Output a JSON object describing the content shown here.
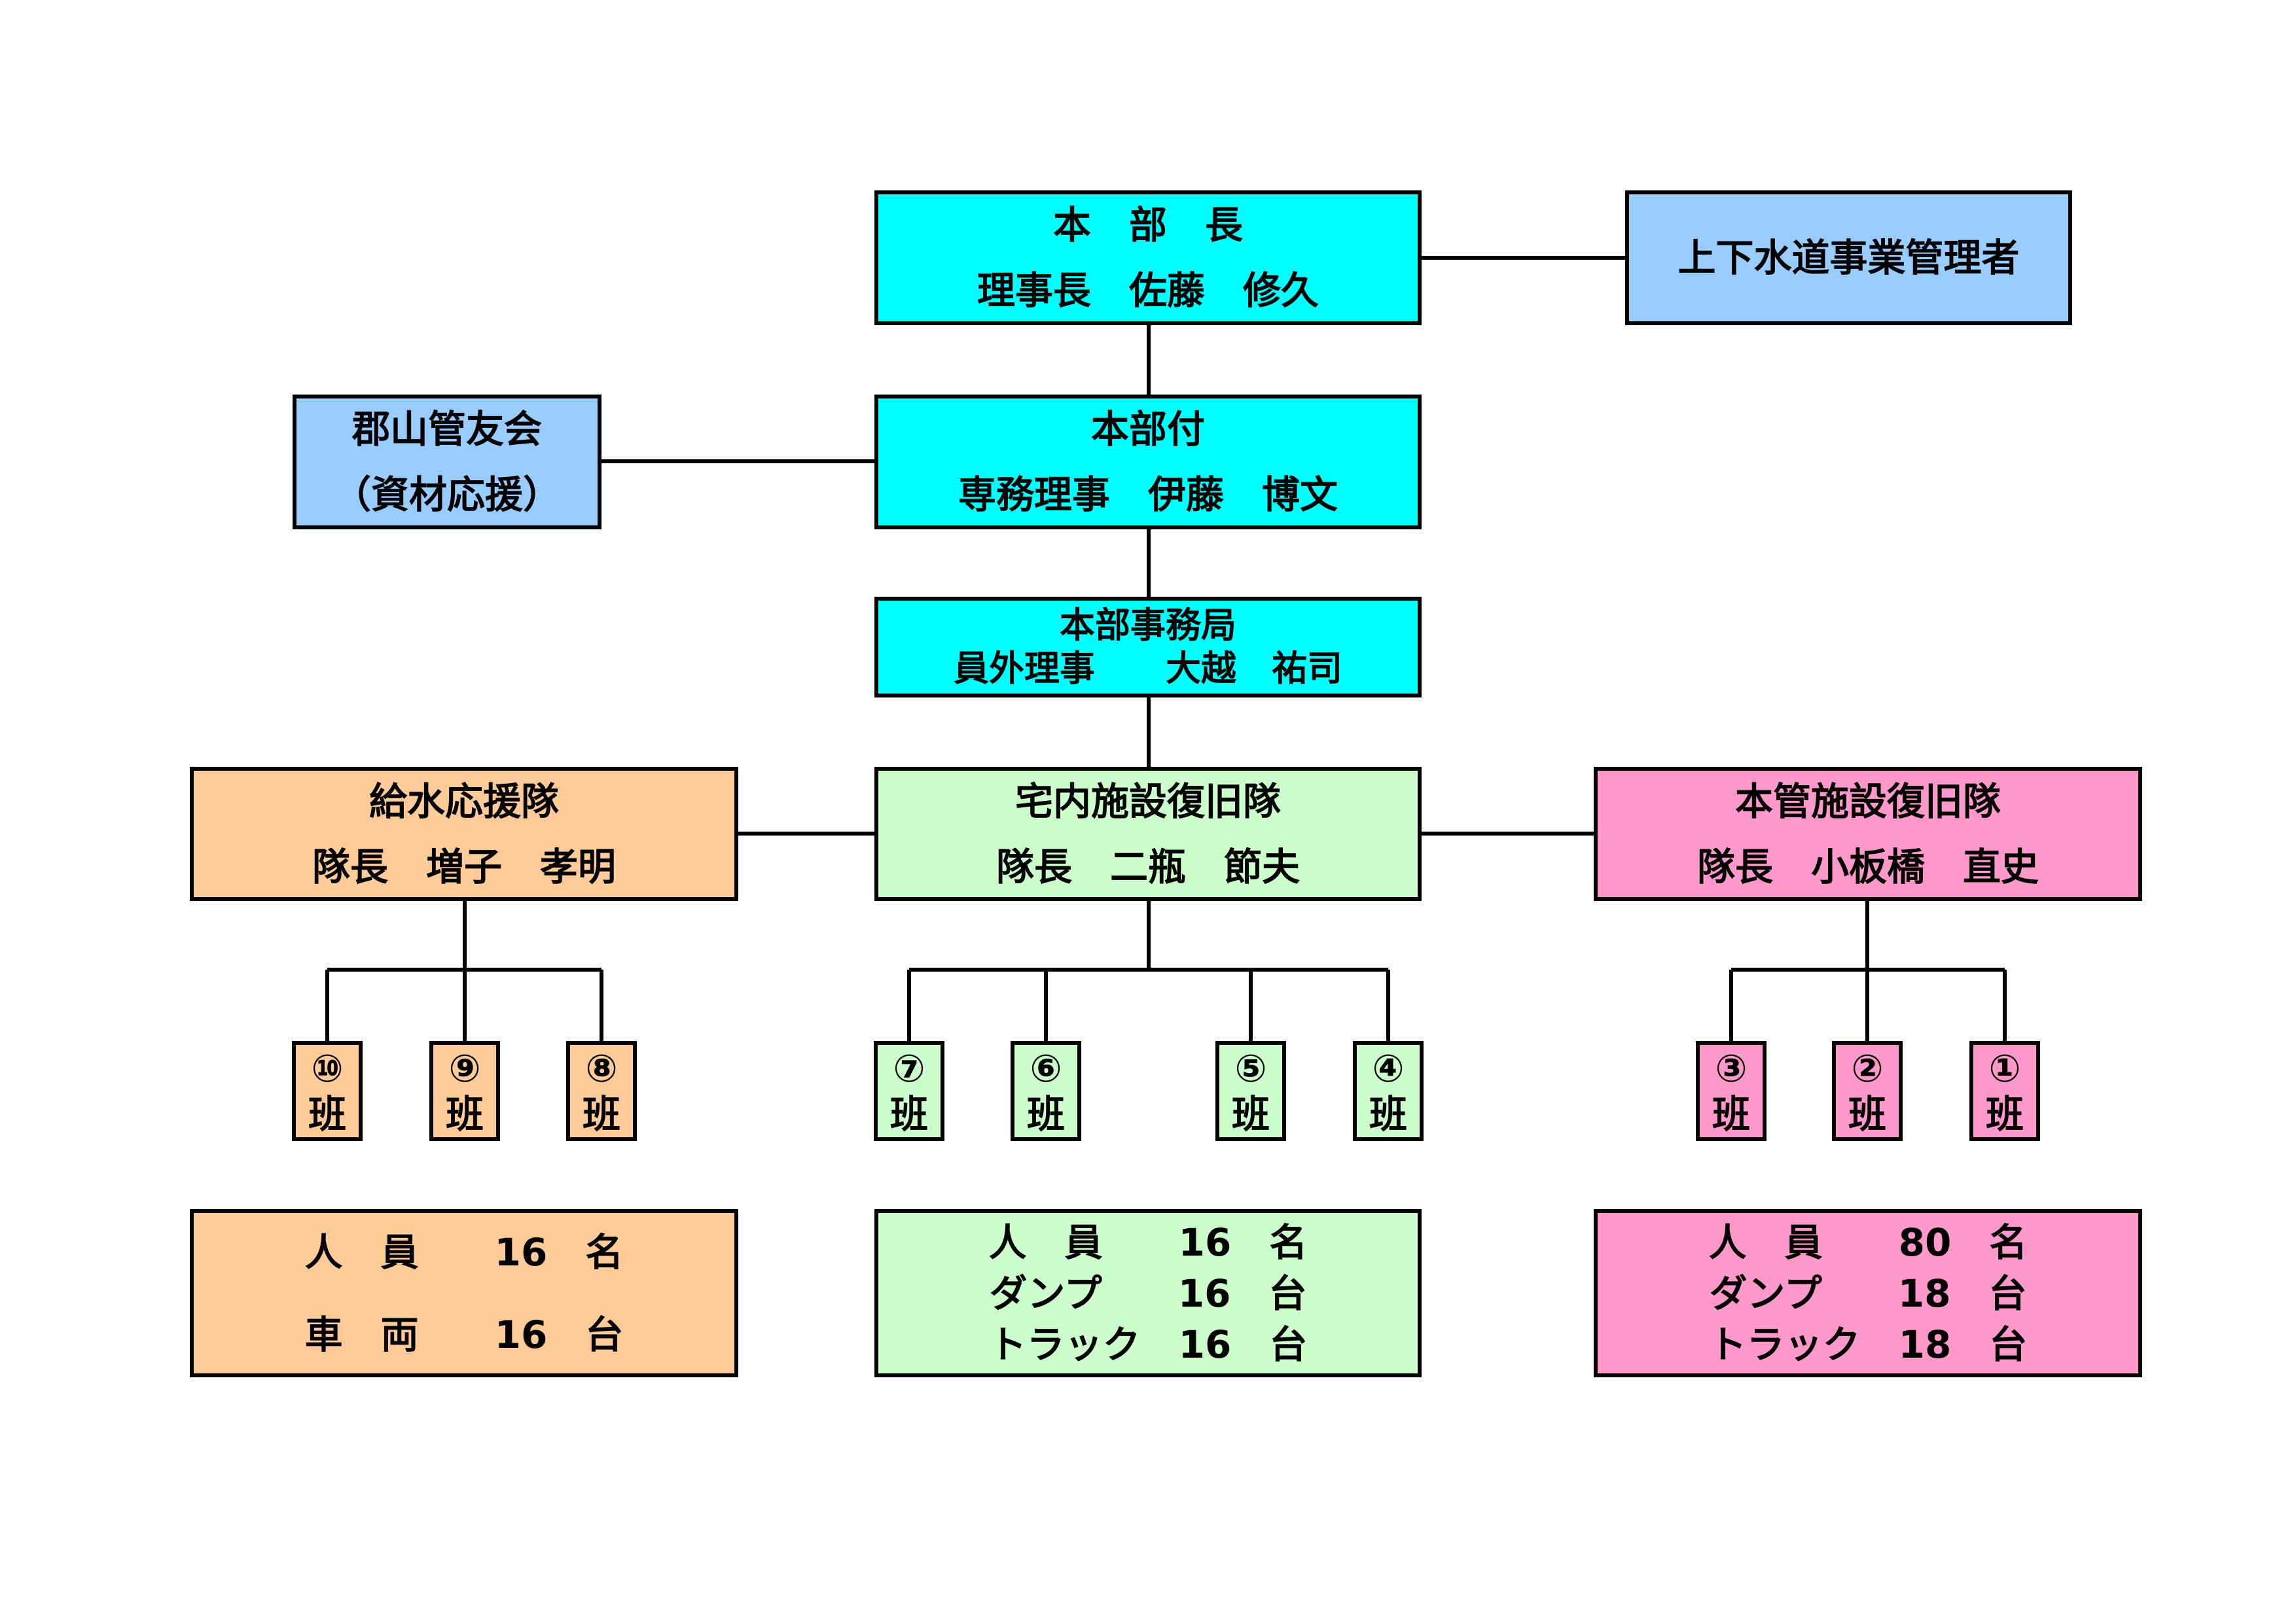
{
  "honbucho": {
    "title": "本　部　長",
    "name": "理事長　佐藤　修久"
  },
  "jogesuido": {
    "label": "上下水道事業管理者"
  },
  "honbutsuki": {
    "title": "本部付",
    "name": "専務理事　伊藤　博文"
  },
  "koriyama": {
    "title": "郡山管友会",
    "sub": "（資材応援）"
  },
  "jimukyoku": {
    "title": "本部事務局",
    "name": "員外理事　　大越　祐司"
  },
  "kyusui": {
    "title": "給水応援隊",
    "leader": "隊長　増子　孝明"
  },
  "takunai": {
    "title": "宅内施設復旧隊",
    "leader": "隊長　二瓶　節夫"
  },
  "honkan": {
    "title": "本管施設復旧隊",
    "leader": "隊長　小板橋　直史"
  },
  "units": {
    "u10": {
      "num": "⑩",
      "label": "班"
    },
    "u9": {
      "num": "⑨",
      "label": "班"
    },
    "u8": {
      "num": "⑧",
      "label": "班"
    },
    "u7": {
      "num": "⑦",
      "label": "班"
    },
    "u6": {
      "num": "⑥",
      "label": "班"
    },
    "u5": {
      "num": "⑤",
      "label": "班"
    },
    "u4": {
      "num": "④",
      "label": "班"
    },
    "u3": {
      "num": "③",
      "label": "班"
    },
    "u2": {
      "num": "②",
      "label": "班"
    },
    "u1": {
      "num": "①",
      "label": "班"
    }
  },
  "summary_kyusui": {
    "row1": "人　員　　16　名",
    "row2": "車　両　　16　台"
  },
  "summary_takunai": {
    "row1": "人　員　　16　名",
    "row2": "ダンプ　　16　台",
    "row3": "トラック　16　台"
  },
  "summary_honkan": {
    "row1": "人　員　　80　名",
    "row2": "ダンプ　　18　台",
    "row3": "トラック　18　台"
  }
}
